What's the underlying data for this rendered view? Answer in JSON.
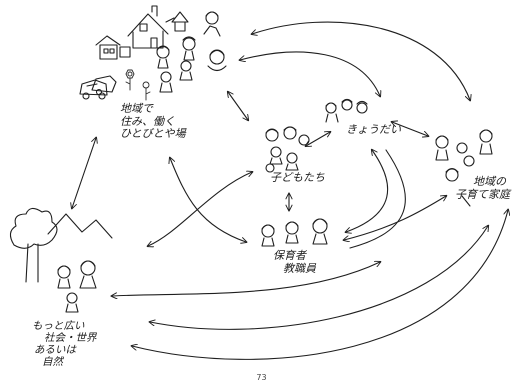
{
  "nodes": {
    "community": {
      "line1": "地域で",
      "line2": "住み、働く",
      "line3": "ひとびとや場"
    },
    "children": {
      "label": "子どもたち"
    },
    "siblings": {
      "label": "きょうだい"
    },
    "caregivers": {
      "line1": "保育者",
      "line2": "教職員"
    },
    "families": {
      "line1": "地域の",
      "line2": "子育て家庭"
    },
    "world": {
      "line1": "もっと広い",
      "line2": "社会・世界",
      "line3": "あるいは",
      "line4": "自然"
    }
  },
  "page_number": "73",
  "colors": {
    "ink": "#1f1f1f",
    "background": "#ffffff"
  }
}
